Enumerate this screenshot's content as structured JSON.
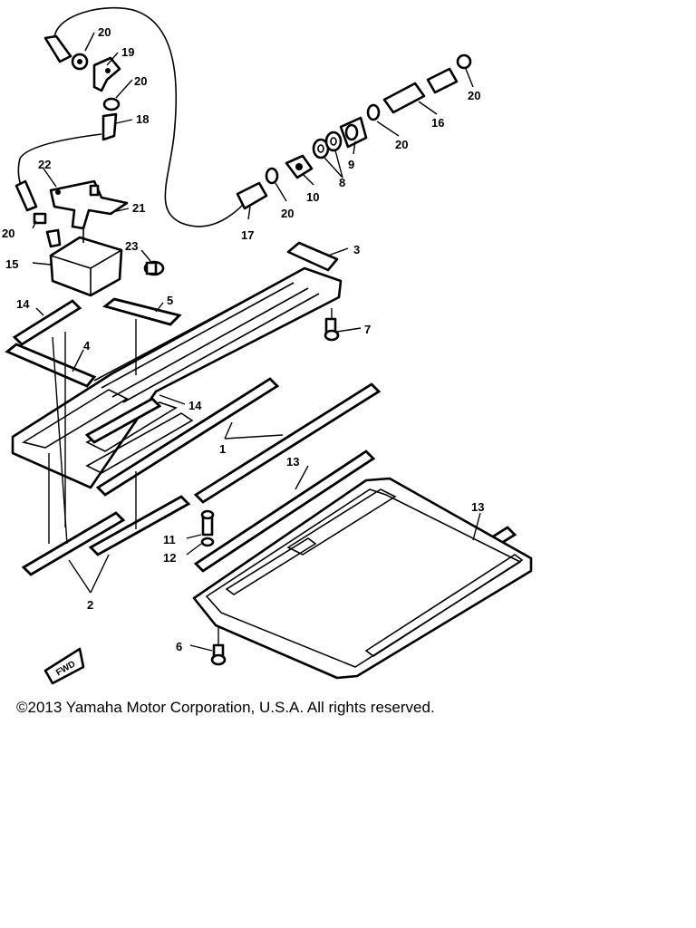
{
  "callouts": {
    "c1": "1",
    "c2": "2",
    "c3": "3",
    "c4": "4",
    "c5": "5",
    "c6": "6",
    "c7": "7",
    "c8": "8",
    "c9": "9",
    "c10": "10",
    "c11": "11",
    "c12": "12",
    "c13a": "13",
    "c13b": "13",
    "c14a": "14",
    "c14b": "14",
    "c15": "15",
    "c16": "16",
    "c17": "17",
    "c18": "18",
    "c19": "19",
    "c20a": "20",
    "c20b": "20",
    "c20c": "20",
    "c20d": "20",
    "c20e": "20",
    "c20f": "20",
    "c21": "21",
    "c22": "22",
    "c23": "23"
  },
  "fwd_label": "FWD",
  "footer": {
    "copyright": "©2013 Yamaha Motor Corporation, U.S.A. All rights reserved."
  }
}
